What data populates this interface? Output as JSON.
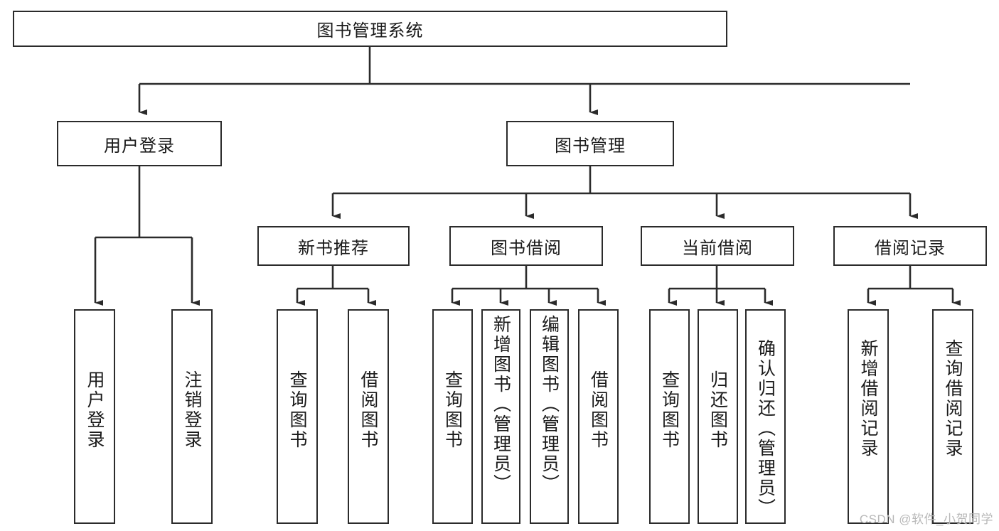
{
  "diagram": {
    "title": "图书管理系统",
    "type": "hierarchy-tree",
    "watermark": "CSDN @软件_小贺同学",
    "colors": {
      "border": "#2b2b2b",
      "background": "#ffffff",
      "text": "#1a1a1a",
      "watermark": "#b8b8b8"
    },
    "levels": {
      "root": {
        "label": "图书管理系统"
      },
      "level2": [
        {
          "label": "用户登录"
        },
        {
          "label": "图书管理"
        }
      ],
      "level3": [
        {
          "label": "新书推荐"
        },
        {
          "label": "图书借阅"
        },
        {
          "label": "当前借阅"
        },
        {
          "label": "借阅记录"
        }
      ],
      "leaves": {
        "user_login": [
          {
            "label": "用户登录"
          },
          {
            "label": "注销登录"
          }
        ],
        "new_book": [
          {
            "label": "查询图书"
          },
          {
            "label": "借阅图书"
          }
        ],
        "book_borrow": [
          {
            "label": "查询图书"
          },
          {
            "label": "新增图书（管理员）"
          },
          {
            "label": "编辑图书（管理员）"
          },
          {
            "label": "借阅图书"
          }
        ],
        "current_borrow": [
          {
            "label": "查询图书"
          },
          {
            "label": "归还图书"
          },
          {
            "label": "确认归还（管理员）"
          }
        ],
        "borrow_record": [
          {
            "label": "新增借阅记录"
          },
          {
            "label": "查询借阅记录"
          }
        ]
      }
    }
  }
}
